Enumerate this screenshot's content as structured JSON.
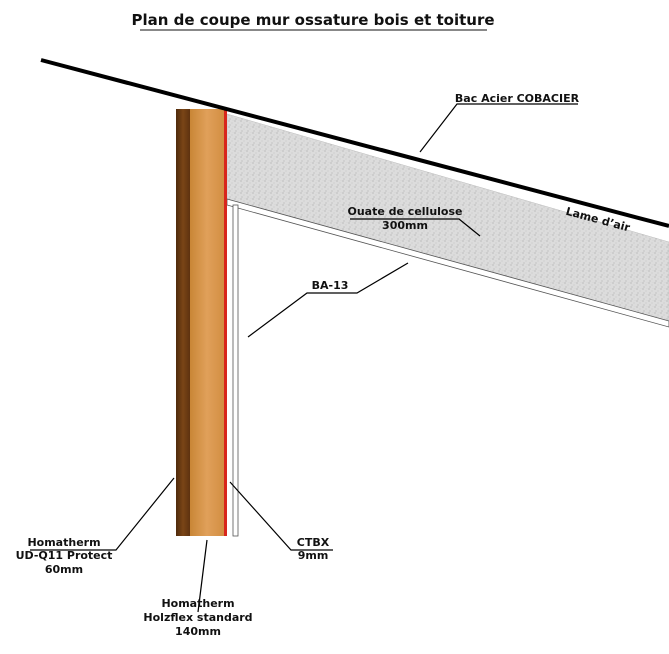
{
  "title": "Plan de coupe mur ossature bois et toiture",
  "labels": {
    "roof_sheet": "Bac Acier COBACIER",
    "air_gap": "Lame d’air",
    "insulation_name": "Ouate de cellulose",
    "insulation_thickness": "300mm",
    "plasterboard": "BA-13",
    "ctbx_name": "CTBX",
    "ctbx_thickness": "9mm",
    "ext_panel_line1": "Homatherm",
    "ext_panel_line2": "UD-Q11 Protect",
    "ext_panel_line3": "60mm",
    "int_panel_line1": "Homatherm",
    "int_panel_line2": "Holzflex standard",
    "int_panel_line3": "140mm"
  },
  "colors": {
    "roof_line": "#000000",
    "ext_panel": "#6b3b12",
    "int_panel": "#d9964a",
    "ctbx": "#d8261c",
    "insulation": "#d9d9d9",
    "leader": "#000000"
  }
}
